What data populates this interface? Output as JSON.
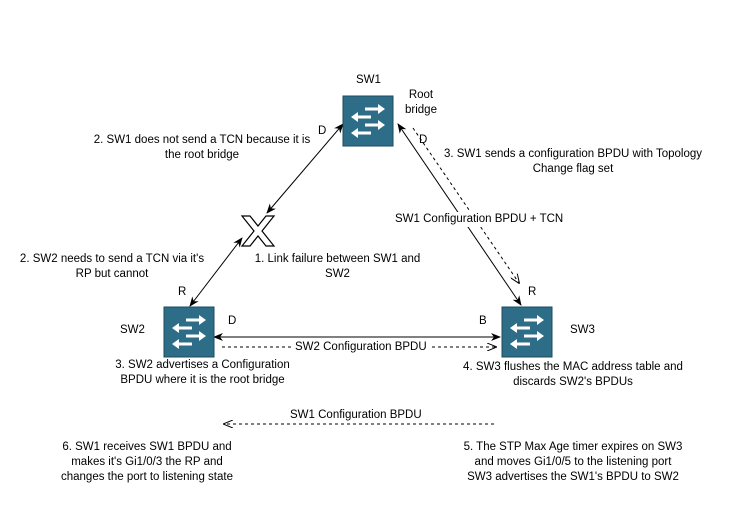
{
  "switches": {
    "sw1": {
      "name": "SW1",
      "role": "Root\nbridge",
      "port": "D"
    },
    "sw2": {
      "name": "SW2",
      "port_top": "R",
      "port_right": "D"
    },
    "sw3": {
      "name": "SW3",
      "port_top": "R",
      "port_left": "B"
    }
  },
  "sw1_left_port": "D",
  "link_labels": {
    "sw1_sw3": "SW1 Configuration BPDU + TCN",
    "sw2_sw3": "SW2 Configuration BPDU",
    "sw3_to_sw2": "SW1 Configuration BPDU"
  },
  "steps": {
    "s1": "1. Link failure between SW1 and\nSW2",
    "s2a": "2. SW1 does not send a TCN because it is\nthe root bridge",
    "s2b": "2. SW2 needs to send a TCN via it's\nRP but cannot",
    "s3a": "3. SW1 sends a configuration BPDU with Topology\nChange flag set",
    "s3b": "3. SW2 advertises a Configuration\nBPDU where it is the root bridge",
    "s4": "4. SW3 flushes the MAC address table and\ndiscards SW2's BPDUs",
    "s5": "5. The STP Max Age timer expires on SW3\nand moves Gi1/0/5 to the listening port\nSW3 advertises  the SW1's BPDU to SW2",
    "s6": "6. SW1 receives SW1 BPDU and\nmakes it's Gi1/0/3 the RP and\nchanges the port to listening state"
  },
  "colors": {
    "switch_fill": "#2e6d87",
    "switch_icon": "#ffffff",
    "line": "#000000"
  }
}
